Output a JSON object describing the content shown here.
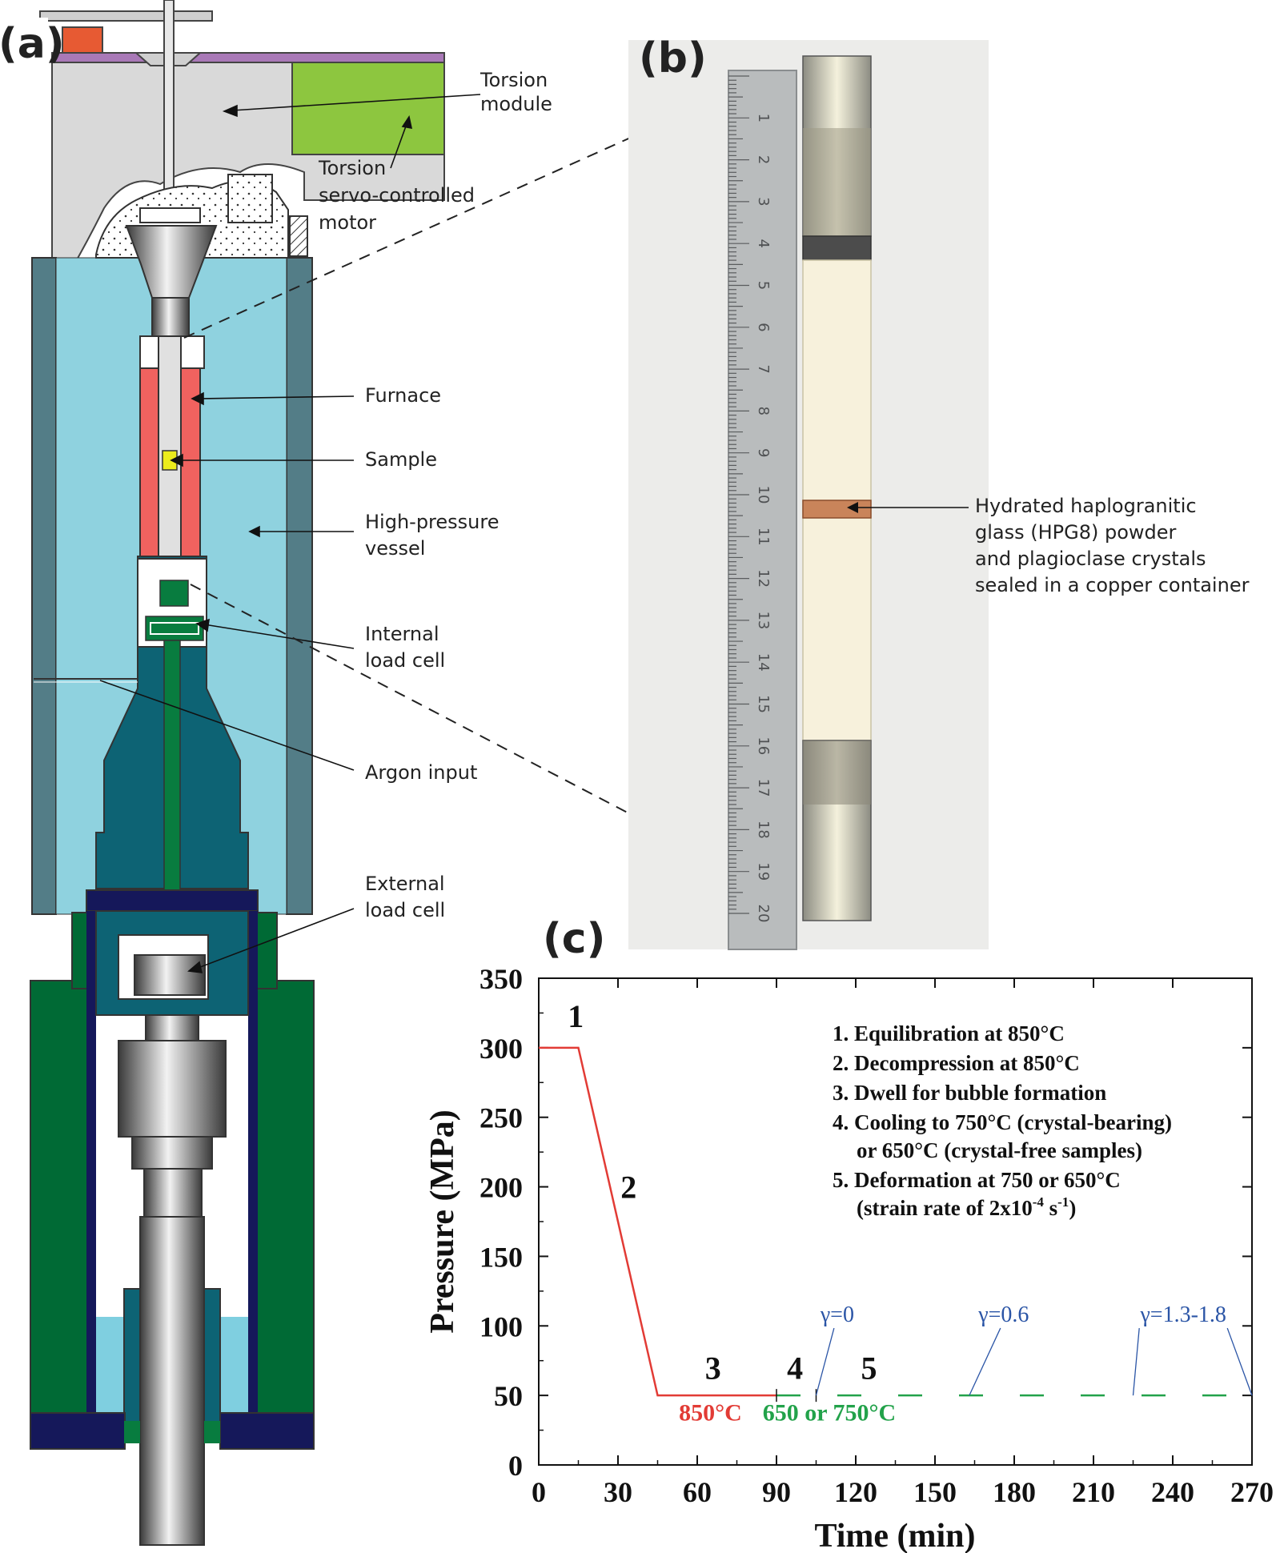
{
  "panels": {
    "a": "(a)",
    "b": "(b)",
    "c": "(c)"
  },
  "callouts": {
    "torsion_module": [
      "Torsion",
      "module"
    ],
    "torsion_motor": [
      "Torsion",
      "servo-controlled",
      "motor"
    ],
    "furnace": "Furnace",
    "sample": "Sample",
    "vessel": [
      "High-pressure",
      "vessel"
    ],
    "internal_load_cell": [
      "Internal",
      "load cell"
    ],
    "argon_input": "Argon input",
    "external_load_cell": [
      "External",
      "load cell"
    ],
    "sample_assembly": [
      "Hydrated haplogranitic",
      "glass (HPG8) powder",
      "and plagioclase crystals",
      "sealed in a copper container"
    ]
  },
  "ruler_numbers": [
    "1",
    "2",
    "3",
    "4",
    "5",
    "6",
    "7",
    "8",
    "9",
    "10",
    "11",
    "12",
    "13",
    "14",
    "15",
    "16",
    "17",
    "18",
    "19",
    "20"
  ],
  "colors": {
    "furnace": "#f0625f",
    "vessel_fluid": "#8fd2df",
    "vessel_wall": "#537d87",
    "inner_core": "#0d6374",
    "green_piston": "#087c3f",
    "frame_green": "#006a35",
    "navy": "#15185a",
    "torsion_motor": "#8dc63f",
    "top_plate": "#a979b7",
    "red_block": "#e75a33",
    "sample": "#ecec1c",
    "pressure_line": "#e23b35",
    "deformation_line": "#22a24a",
    "gamma_text": "#2b55a6"
  },
  "chart_data": {
    "type": "line",
    "xlabel": "Time (min)",
    "ylabel": "Pressure (MPa)",
    "xlim": [
      0,
      270
    ],
    "ylim": [
      0,
      350
    ],
    "xticks": [
      "0",
      "30",
      "60",
      "90",
      "120",
      "150",
      "180",
      "210",
      "240",
      "270"
    ],
    "yticks": [
      "0",
      "50",
      "100",
      "150",
      "200",
      "250",
      "300",
      "350"
    ],
    "series": [
      {
        "style": "solid",
        "color": "#e23b35",
        "x": [
          0,
          15,
          45,
          90
        ],
        "y": [
          300,
          300,
          50,
          50
        ]
      },
      {
        "style": "dashed",
        "color": "#22a24a",
        "x": [
          90,
          270
        ],
        "y": [
          50,
          50
        ]
      }
    ],
    "stage_labels": [
      {
        "text": "1",
        "x": 14,
        "y": 315
      },
      {
        "text": "2",
        "x": 34,
        "y": 192
      },
      {
        "text": "3",
        "x": 66,
        "y": 62
      },
      {
        "text": "4",
        "x": 97,
        "y": 62
      },
      {
        "text": "5",
        "x": 125,
        "y": 62
      }
    ],
    "temperature_labels": [
      {
        "text": "850°C",
        "x": 65,
        "y": 32,
        "color": "#e23b35"
      },
      {
        "text": "650 or 750°C",
        "x": 110,
        "y": 32,
        "color": "#22a24a"
      }
    ],
    "strain_labels": [
      {
        "text": "γ=0",
        "at_x": 105,
        "label_x": 113,
        "label_y": 103
      },
      {
        "text": "γ=0.6",
        "at_x": 163,
        "label_x": 176,
        "label_y": 103
      },
      {
        "text": "γ=1.3-1.8",
        "at_x": [
          225,
          270
        ],
        "label_x": 244,
        "label_y": 103
      }
    ],
    "legend": [
      "1. Equilibration at 850°C",
      "2. Decompression at 850°C",
      "3. Dwell for bubble formation",
      "4. Cooling to 750°C (crystal-bearing)",
      "or 650°C (crystal-free samples)",
      "5. Deformation at 750 or 650°C",
      "(strain rate of 2x10",
      "-4",
      " s",
      "-1",
      ")"
    ]
  }
}
